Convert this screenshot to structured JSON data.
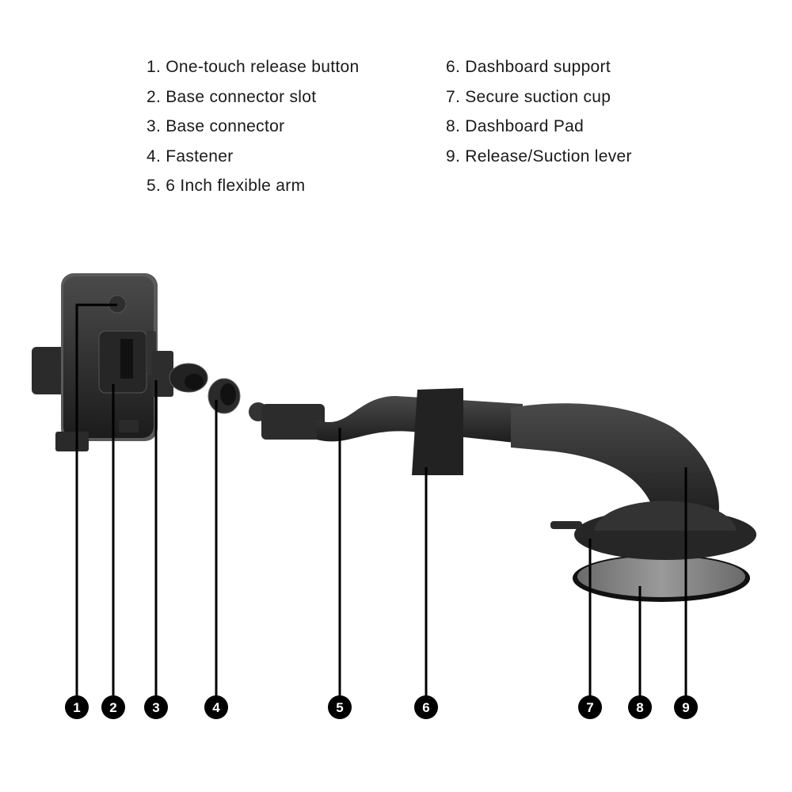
{
  "legend": [
    "1. One-touch release button",
    "2. Base connector slot",
    "3. Base connector",
    "4. Fastener",
    "5. 6 Inch flexible arm",
    "6. Dashboard support",
    "7. Secure suction cup",
    "8. Dashboard Pad",
    "9. Release/Suction lever"
  ],
  "callouts": [
    "1",
    "2",
    "3",
    "4",
    "5",
    "6",
    "7",
    "8",
    "9"
  ]
}
